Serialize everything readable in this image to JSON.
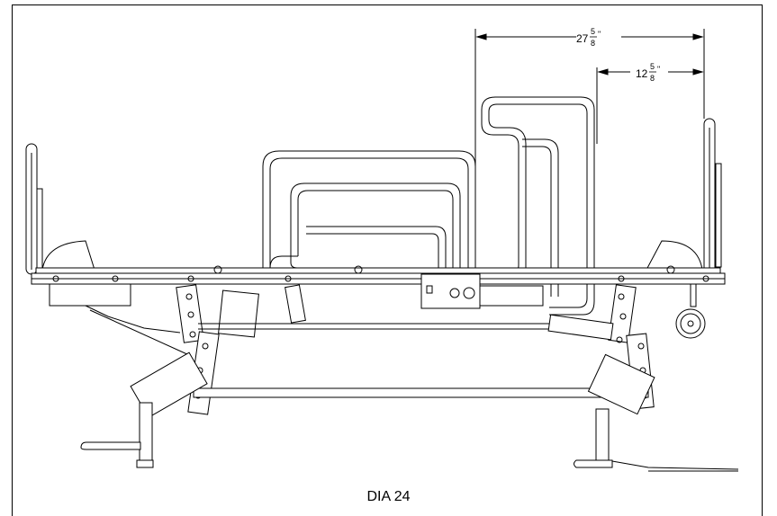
{
  "caption": "DIA 24",
  "dimensions": [
    {
      "whole": "27",
      "num": "5",
      "den": "8",
      "unit": "\""
    },
    {
      "whole": "12",
      "num": "5",
      "den": "8",
      "unit": "\""
    }
  ],
  "colors": {
    "line": "#000000",
    "fill": "#ffffff",
    "shade": "#d9d9d9"
  }
}
